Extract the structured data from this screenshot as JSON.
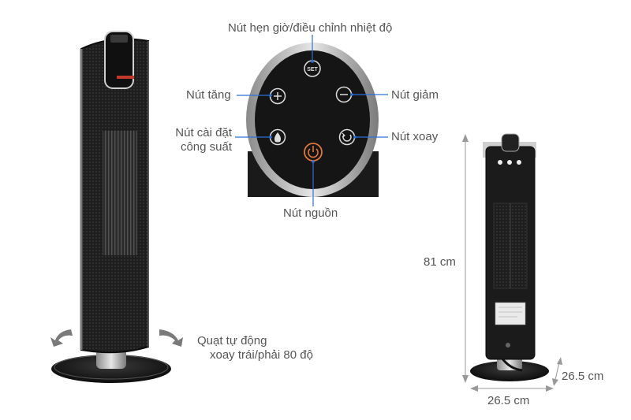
{
  "panel_labels": {
    "timer_temp": "Nút hẹn giờ/điều chỉnh nhiệt độ",
    "increase": "Nút tăng",
    "decrease": "Nút giảm",
    "power_setting_line1": "Nút cài đặt",
    "power_setting_line2": "công suất",
    "swing": "Nút xoay",
    "power": "Nút nguồn"
  },
  "panel_button_text": {
    "set": "SET"
  },
  "rotation_note": {
    "line1": "Quạt tự động",
    "line2": "xoay trái/phải 80 độ"
  },
  "dimensions": {
    "height": "81 cm",
    "width": "26.5 cm",
    "depth": "26.5 cm"
  },
  "colors": {
    "callout": "#2e6fd8",
    "device": "#1c1c1c",
    "power_accent": "#e0763a"
  }
}
